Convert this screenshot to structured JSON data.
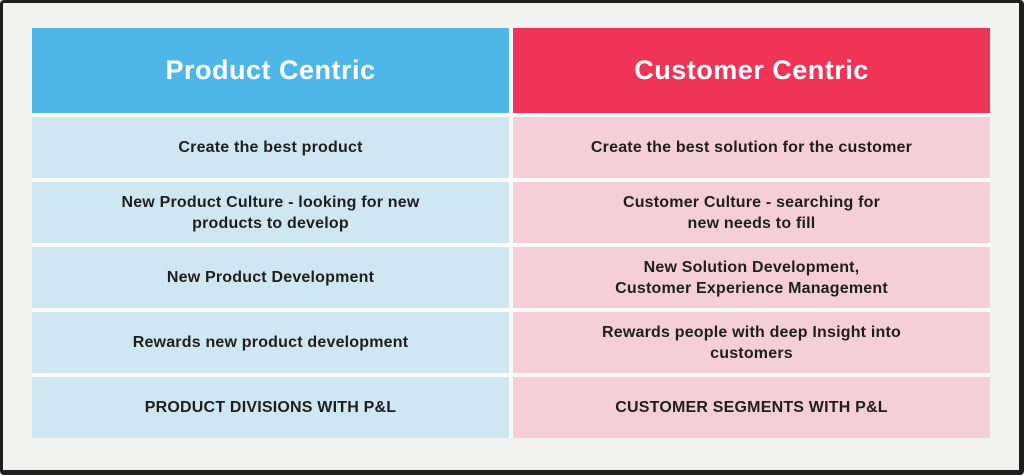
{
  "colors": {
    "frame_border": "#1e1e1e",
    "canvas_background": "#f2f2f0",
    "cell_gap": "#fafafa",
    "product_header_bg": "#4fb7e8",
    "customer_header_bg": "#ef3457",
    "product_row_bg": "#cfe6f3",
    "customer_row_bg": "#f4cfda",
    "header_text": "#ffffff",
    "body_text": "#1e1e1e"
  },
  "table": {
    "columns": [
      {
        "header": "Product Centric",
        "header_bg": "#4fb7e8",
        "row_bg": "#cfe6f3",
        "rows": [
          "Create the best product",
          "New Product Culture - looking for new\nproducts to develop",
          "New Product Development",
          "Rewards new product  development",
          "PRODUCT DIVISIONS WITH P&L"
        ]
      },
      {
        "header": "Customer Centric",
        "header_bg": "#ef3457",
        "row_bg": "#f4cfda",
        "rows": [
          "Create the best solution for the customer",
          "Customer Culture - searching for\nnew needs to fill",
          "New Solution Development,\nCustomer Experience Management",
          "Rewards people with deep Insight into\ncustomers",
          "CUSTOMER SEGMENTS WITH P&L"
        ]
      }
    ]
  }
}
